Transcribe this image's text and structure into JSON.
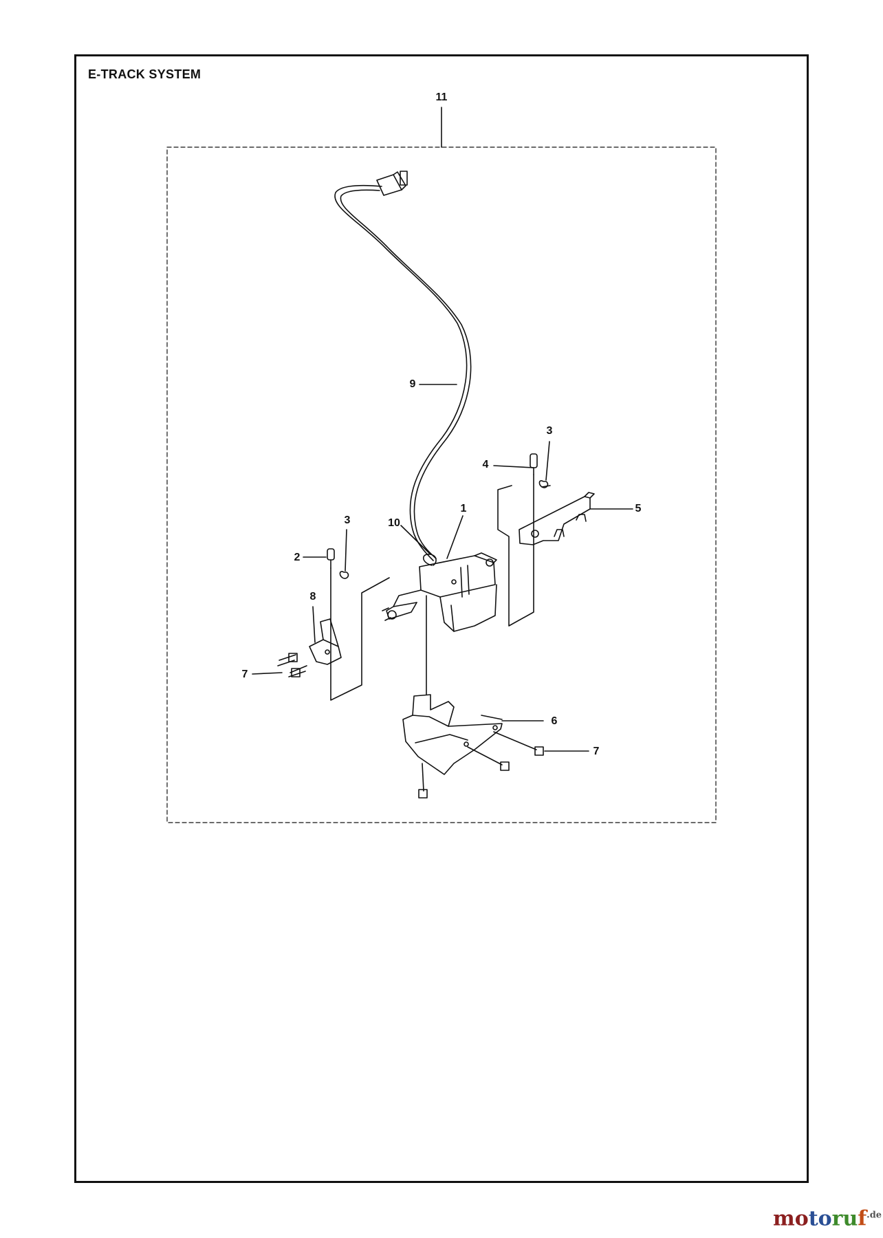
{
  "title": "E-TRACK SYSTEM",
  "callouts": {
    "c11": "11",
    "c9": "9",
    "c1": "1",
    "c10": "10",
    "c3_right": "3",
    "c4": "4",
    "c5": "5",
    "c3_left": "3",
    "c2": "2",
    "c8": "8",
    "c7_left": "7",
    "c6": "6",
    "c7_right": "7"
  },
  "brand": {
    "part1": "mo",
    "part2": "to",
    "part3": "ru",
    "part4": "f",
    "suffix": ".de"
  },
  "colors": {
    "line": "#111111",
    "brand_red": "#8b1f1f",
    "brand_blue": "#2a4f95",
    "brand_green": "#3d8a2b",
    "brand_orange": "#c24d16"
  }
}
